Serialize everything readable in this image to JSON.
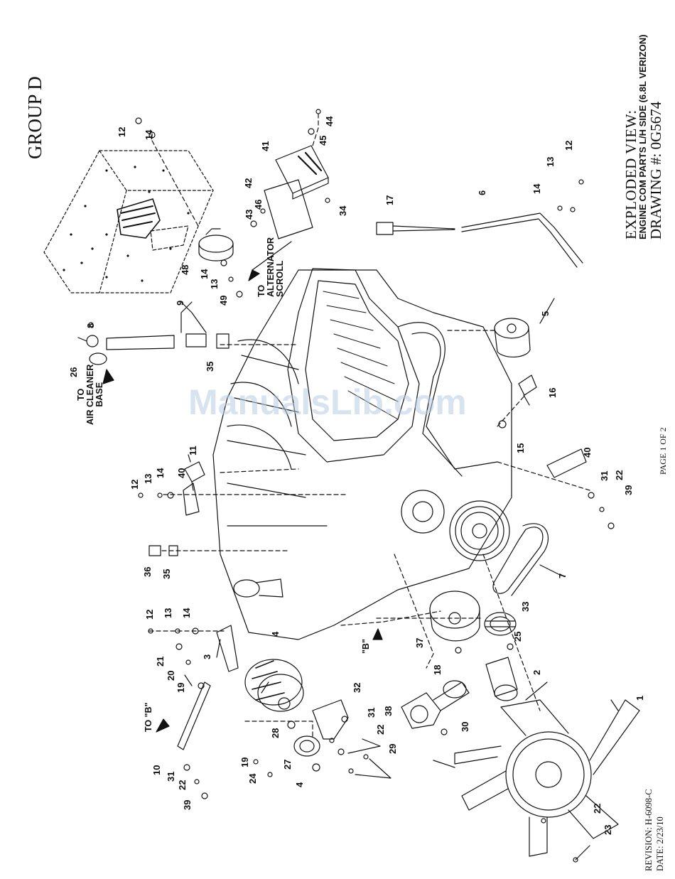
{
  "sheet": {
    "group_label": "GROUP D",
    "title_line1": "EXPLODED VIEW:",
    "title_line2": "ENGINE COM PARTS L/H SIDE (6.8L VERIZON)",
    "title_line3": "DRAWING #: 0G5674",
    "page_label": "PAGE 1 OF 2",
    "revision": "REVISION: H-6098-C",
    "date": "DATE:  2/23/10",
    "watermark": "ManualsLib.com"
  },
  "notes": {
    "to_alternator_scroll": [
      "TO",
      "ALTERNATOR",
      "SCROLL"
    ],
    "to_air_cleaner_base": [
      "TO",
      "AIR CLEANER",
      "BASE"
    ],
    "to_b": "TO \"B\"",
    "b_marker": "\"B\""
  },
  "callouts": [
    {
      "label": "12"
    },
    {
      "label": "14"
    },
    {
      "label": "48"
    },
    {
      "label": "14"
    },
    {
      "label": "13"
    },
    {
      "label": "49"
    },
    {
      "label": "44"
    },
    {
      "label": "45"
    },
    {
      "label": "41"
    },
    {
      "label": "42"
    },
    {
      "label": "46"
    },
    {
      "label": "43"
    },
    {
      "label": "34"
    },
    {
      "label": "17"
    },
    {
      "label": "6"
    },
    {
      "label": "14"
    },
    {
      "label": "13"
    },
    {
      "label": "12"
    },
    {
      "label": "9"
    },
    {
      "label": "8"
    },
    {
      "label": "26"
    },
    {
      "label": "35"
    },
    {
      "label": "5"
    },
    {
      "label": "16"
    },
    {
      "label": "15"
    },
    {
      "label": "11"
    },
    {
      "label": "12"
    },
    {
      "label": "13"
    },
    {
      "label": "14"
    },
    {
      "label": "40"
    },
    {
      "label": "40"
    },
    {
      "label": "31"
    },
    {
      "label": "22"
    },
    {
      "label": "39"
    },
    {
      "label": "36"
    },
    {
      "label": "35"
    },
    {
      "label": "7"
    },
    {
      "label": "12"
    },
    {
      "label": "13"
    },
    {
      "label": "14"
    },
    {
      "label": "3"
    },
    {
      "label": "21"
    },
    {
      "label": "20"
    },
    {
      "label": "19"
    },
    {
      "label": "4"
    },
    {
      "label": "37"
    },
    {
      "label": "33"
    },
    {
      "label": "25"
    },
    {
      "label": "18"
    },
    {
      "label": "2"
    },
    {
      "label": "32"
    },
    {
      "label": "38"
    },
    {
      "label": "31"
    },
    {
      "label": "22"
    },
    {
      "label": "29"
    },
    {
      "label": "30"
    },
    {
      "label": "28"
    },
    {
      "label": "27"
    },
    {
      "label": "4"
    },
    {
      "label": "19"
    },
    {
      "label": "24"
    },
    {
      "label": "10"
    },
    {
      "label": "31"
    },
    {
      "label": "22"
    },
    {
      "label": "39"
    },
    {
      "label": "1"
    },
    {
      "label": "22"
    },
    {
      "label": "23"
    }
  ]
}
